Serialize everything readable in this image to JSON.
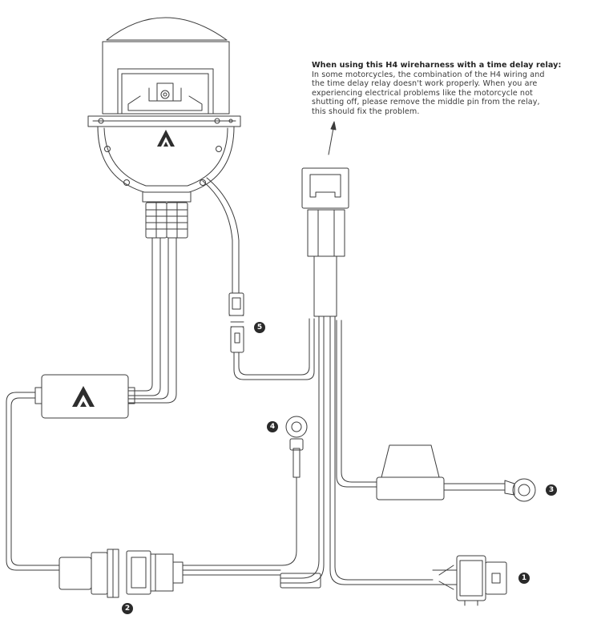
{
  "note": {
    "title": "When using this H4 wireharness with a time delay relay:",
    "lines": [
      "In some motorcycles, the combination of the H4 wiring and",
      "the time delay relay doesn't work properly. When you are",
      "experiencing electrical problems like the motorcycle not",
      "shutting off, please remove the middle pin from the relay,",
      "this should fix the problem."
    ]
  },
  "callouts": {
    "one": "1",
    "two": "2",
    "three": "3",
    "four": "4",
    "five": "5"
  },
  "colors": {
    "line": "#3c3c3c",
    "badge": "#2a2a2a",
    "text": "#3a3a3a"
  },
  "icons": {
    "logo": "triangle-a-logo",
    "projector": "bi-xenon-projector-lens",
    "relay": "relay-connector",
    "ballast": "control-box",
    "plug": "h4-plug",
    "ring": "ground-ring-terminal"
  }
}
